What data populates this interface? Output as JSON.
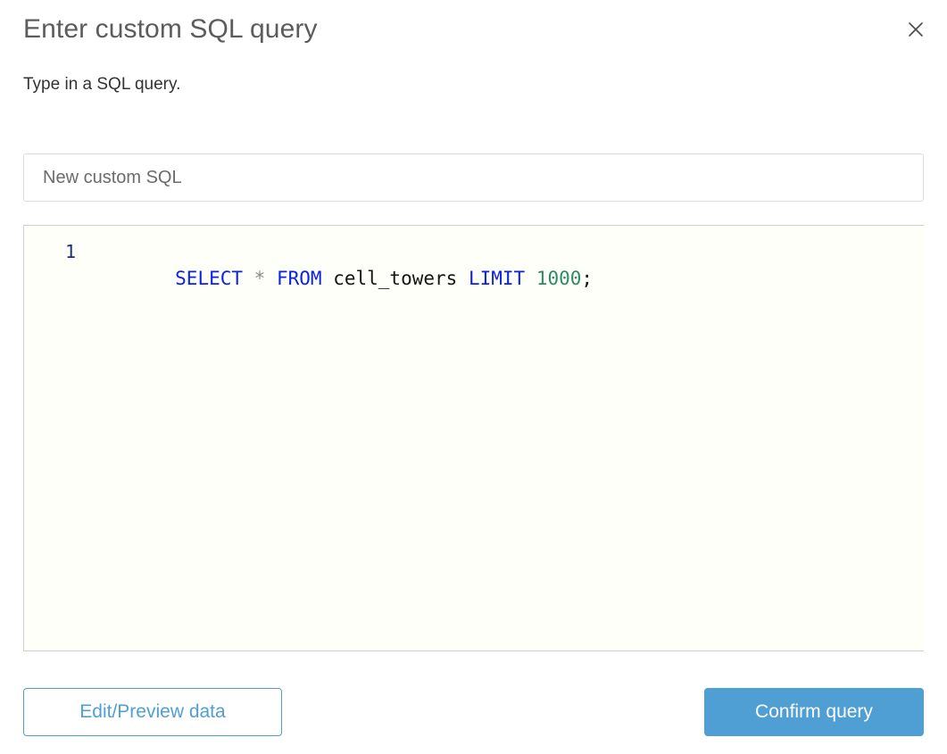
{
  "dialog": {
    "title": "Enter custom SQL query",
    "subtitle": "Type in a SQL query.",
    "close_icon": "close-icon"
  },
  "name_field": {
    "value": "New custom SQL",
    "placeholder": "New custom SQL"
  },
  "editor": {
    "line_number": "1",
    "tokens": [
      {
        "text": "SELECT",
        "type": "keyword"
      },
      {
        "text": " ",
        "type": "plain"
      },
      {
        "text": "*",
        "type": "operator"
      },
      {
        "text": " ",
        "type": "plain"
      },
      {
        "text": "FROM",
        "type": "keyword"
      },
      {
        "text": " ",
        "type": "plain"
      },
      {
        "text": "cell_towers",
        "type": "identifier"
      },
      {
        "text": " ",
        "type": "plain"
      },
      {
        "text": "LIMIT",
        "type": "keyword"
      },
      {
        "text": " ",
        "type": "plain"
      },
      {
        "text": "1000",
        "type": "number"
      },
      {
        "text": ";",
        "type": "punctuation"
      }
    ],
    "plain_text": "SELECT * FROM cell_towers LIMIT 1000;"
  },
  "footer": {
    "secondary_label": "Edit/Preview data",
    "primary_label": "Confirm query"
  },
  "colors": {
    "accent": "#4f9fd4",
    "keyword": "#0b21e8",
    "number": "#2f8b63",
    "operator": "#8a8a8a",
    "gutter": "#1b2d7a",
    "title": "#5c5c5c",
    "editor_bg": "#fffffa",
    "border": "#dcdcdc"
  }
}
